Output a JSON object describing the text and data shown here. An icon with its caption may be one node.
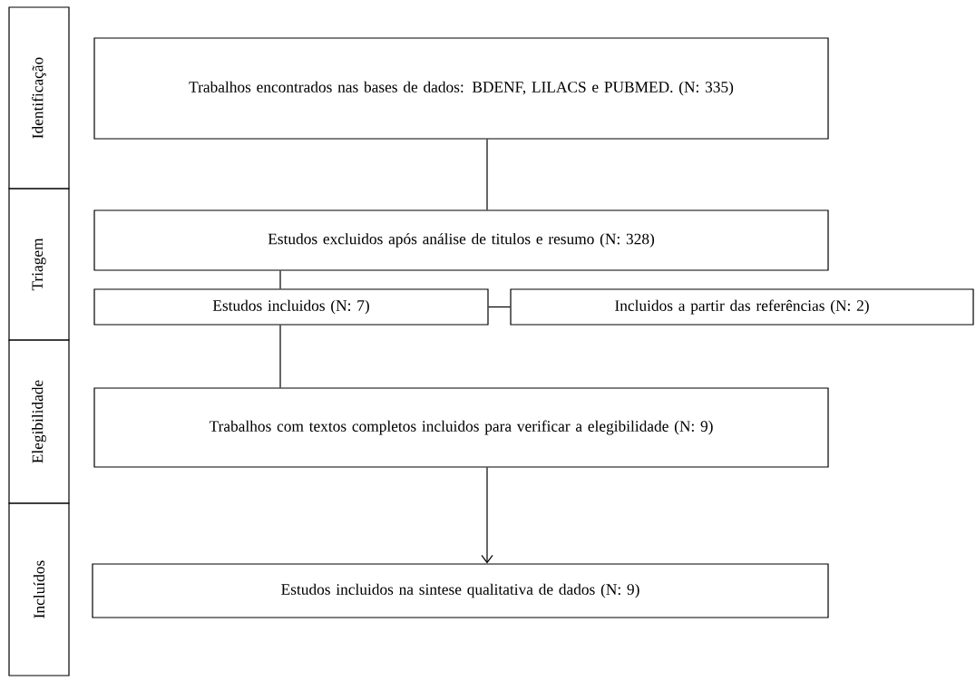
{
  "diagram": {
    "nodes": [
      {
        "text": [
          "Identificação"
        ]
      },
      {
        "text": [
          "Triagem"
        ]
      },
      {
        "text": [
          "Elegibilidade"
        ]
      },
      {
        "text": [
          "Incluídos"
        ]
      },
      {
        "text": [
          "Trabalhos encontrados nas bases de dados: BDENF, LILACS e PUBMED. (N: 335)"
        ]
      },
      {
        "text": [
          "Estudos excluidos após análise de titulos e resumo (N: 328)"
        ]
      },
      {
        "text": [
          "Estudos incluidos (N: 7)"
        ]
      },
      {
        "text": [
          "Incluidos a partir das referências (N: 2)"
        ]
      },
      {
        "text": [
          "Trabalhos com textos completos incluidos para verificar a elegibilidade (N: 9)"
        ]
      },
      {
        "text": [
          "Estudos incluidos na sintese qualitativa de dados (N: 9)"
        ]
      }
    ],
    "edges": [
      {
        "from": 4,
        "to": 5,
        "arrow": "none"
      },
      {
        "from": 5,
        "to": 6,
        "arrow": "none"
      },
      {
        "from": 6,
        "to": 7,
        "arrow": "none"
      },
      {
        "from": 6,
        "to": 8,
        "arrow": "none"
      },
      {
        "from": 8,
        "to": 9,
        "arrow": "to"
      }
    ]
  }
}
